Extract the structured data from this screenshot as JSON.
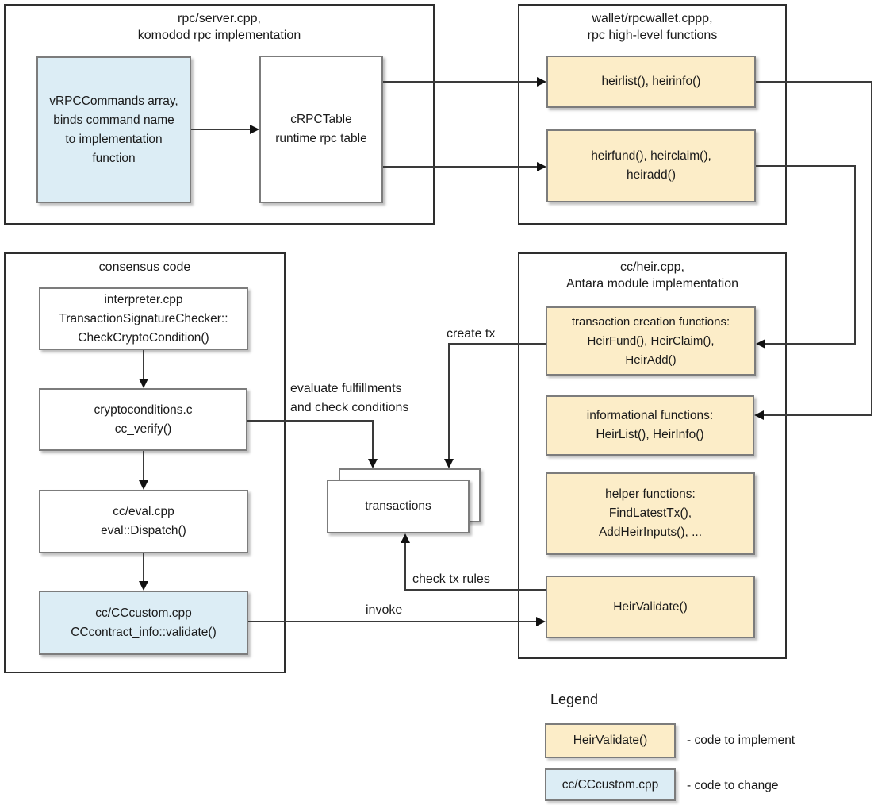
{
  "colors": {
    "implement_fill": "#fcedc8",
    "change_fill": "#dcedf5",
    "line": "#3a3a3a",
    "box_border": "#7c7c7c",
    "container_border": "#2e2e2e"
  },
  "containers": {
    "rpc_server": {
      "title": "rpc/server.cpp,\nkomodod rpc implementation"
    },
    "wallet": {
      "title": "wallet/rpcwallet.cppp,\nrpc high-level functions"
    },
    "consensus": {
      "title": "consensus code"
    },
    "heir": {
      "title": "cc/heir.cpp,\nAntara module implementation"
    }
  },
  "nodes": {
    "vrpccommands": {
      "text": "vRPCCommands array,\nbinds command name\nto implementation\nfunction",
      "style": "change"
    },
    "crpctable": {
      "text": "cRPCTable\nruntime rpc table",
      "style": "plain"
    },
    "heirlist_rpc": {
      "text": "heirlist(), heirinfo()",
      "style": "implement"
    },
    "heirfund_rpc": {
      "text": "heirfund(), heirclaim(),\nheiradd()",
      "style": "implement"
    },
    "interpreter": {
      "text": "interpreter.cpp\nTransactionSignatureChecker::\nCheckCryptoCondition()",
      "style": "plain"
    },
    "cryptoconditions": {
      "text": "cryptoconditions.c\ncc_verify()",
      "style": "plain"
    },
    "cceval": {
      "text": "cc/eval.cpp\neval::Dispatch()",
      "style": "plain"
    },
    "cccustom": {
      "text": "cc/CCcustom.cpp\nCCcontract_info::validate()",
      "style": "change"
    },
    "txcreation": {
      "text": "transaction creation functions:\nHeirFund(), HeirClaim(),\nHeirAdd()",
      "style": "implement"
    },
    "informational": {
      "text": "informational functions:\nHeirList(), HeirInfo()",
      "style": "implement"
    },
    "helper": {
      "text": "helper functions:\nFindLatestTx(),\nAddHeirInputs(), ...",
      "style": "implement"
    },
    "heirvalidate": {
      "text": "HeirValidate()",
      "style": "implement"
    },
    "transactions": {
      "text": "transactions",
      "style": "plain"
    }
  },
  "edge_labels": {
    "create_tx": "create tx",
    "evaluate": "evaluate fulfillments\nand check conditions",
    "check_tx_rules": "check tx rules",
    "invoke": "invoke"
  },
  "legend": {
    "title": "Legend",
    "items": [
      {
        "box": "HeirValidate()",
        "desc": "- code to implement",
        "style": "implement"
      },
      {
        "box": "cc/CCcustom.cpp",
        "desc": "- code to change",
        "style": "change"
      }
    ]
  }
}
